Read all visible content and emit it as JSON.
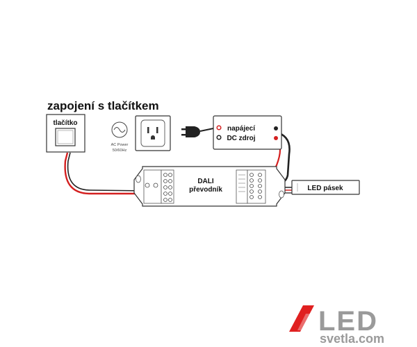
{
  "title": "zapojení s tlačítkem",
  "button_box": {
    "label": "tlačítko"
  },
  "ac_power": {
    "line1": "AC Power",
    "line2": "50/60Hz"
  },
  "power_supply": {
    "line1": "napájecí",
    "line2": "DC zdroj"
  },
  "converter": {
    "line1": "DALI",
    "line2": "převodník"
  },
  "led_strip": {
    "label": "LED pásek"
  },
  "logo": {
    "top": "LED",
    "bottom": "svetla.com"
  },
  "colors": {
    "wire_red": "#d42020",
    "wire_black": "#222222",
    "logo_red": "#e02020",
    "logo_gray": "#9a9a9a"
  }
}
